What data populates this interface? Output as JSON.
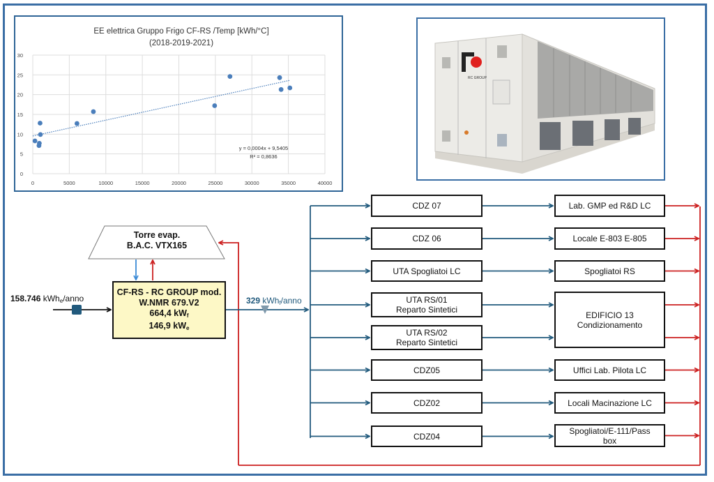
{
  "chart_data": {
    "type": "scatter",
    "title": "EE elettrica Gruppo Frigo CF-RS /Temp [kWh/°C]",
    "subtitle": "(2018-2019-2021)",
    "xlabel": "",
    "ylabel": "",
    "xlim": [
      0,
      40000
    ],
    "ylim": [
      0,
      30
    ],
    "xticks": [
      0,
      5000,
      10000,
      15000,
      20000,
      25000,
      30000,
      35000,
      40000
    ],
    "yticks": [
      0,
      5,
      10,
      15,
      20,
      25,
      30
    ],
    "grid": true,
    "points": [
      {
        "x": 300,
        "y": 8.3
      },
      {
        "x": 850,
        "y": 7.1
      },
      {
        "x": 900,
        "y": 7.7
      },
      {
        "x": 1000,
        "y": 12.8
      },
      {
        "x": 1050,
        "y": 9.9
      },
      {
        "x": 6050,
        "y": 12.7
      },
      {
        "x": 8300,
        "y": 15.7
      },
      {
        "x": 24900,
        "y": 17.2
      },
      {
        "x": 27000,
        "y": 24.6
      },
      {
        "x": 33800,
        "y": 24.3
      },
      {
        "x": 34000,
        "y": 21.3
      },
      {
        "x": 35200,
        "y": 21.7
      }
    ],
    "trendline": {
      "slope": 0.0004,
      "intercept": 9.5405,
      "x_range": [
        0,
        35200
      ]
    },
    "equation_label": "y = 0,0004x + 9,5405",
    "r2_label": "R² = 0,8636",
    "marker_color": "#4a7ebb"
  },
  "photo": {
    "caption": "RC GROUP chiller unit",
    "brand": "RC GROUP"
  },
  "diagram": {
    "tower": {
      "line1": "Torre evap.",
      "line2": "B.A.C. VTX165"
    },
    "main_unit": {
      "line1": "CF-RS - RC GROUP mod.",
      "line2": "W.NMR 679.V2",
      "line3_value": "664,4 kW",
      "line3_sub": "f",
      "line4_value": "146,9 kW",
      "line4_sub": "e"
    },
    "input_flow": {
      "value": "158.746",
      "unit": "kWh",
      "unit_sub": "e",
      "unit_suffix": "/anno"
    },
    "output_flow": {
      "value": "329",
      "unit": "kWh",
      "unit_sub": "f",
      "unit_suffix": "/anno"
    },
    "sources": [
      {
        "label": "CDZ 07"
      },
      {
        "label": "CDZ 06"
      },
      {
        "label": "UTA Spogliatoi LC"
      },
      {
        "label": "UTA RS/01\nReparto Sintetici"
      },
      {
        "label": "UTA RS/02\nReparto Sintetici"
      },
      {
        "label": "CDZ05"
      },
      {
        "label": "CDZ02"
      },
      {
        "label": "CDZ04"
      }
    ],
    "destinations": [
      {
        "label": "Lab. GMP ed R&D LC"
      },
      {
        "label": "Locale E-803 E-805"
      },
      {
        "label": "Spogliatoi RS"
      },
      {
        "label": "EDIFICIO 13\nCondizionamento"
      },
      {
        "label": "Uffici Lab. Pilota LC"
      },
      {
        "label": "Locali Macinazione LC"
      },
      {
        "label": "Spogliatoi/E-111/Pass\nbox"
      }
    ],
    "colors": {
      "supply": "#215a7d",
      "return": "#cc1f1f",
      "cooling_water": "#3a8ad6",
      "main_fill": "#fdf8c6",
      "border": "#3a6ea5"
    }
  }
}
